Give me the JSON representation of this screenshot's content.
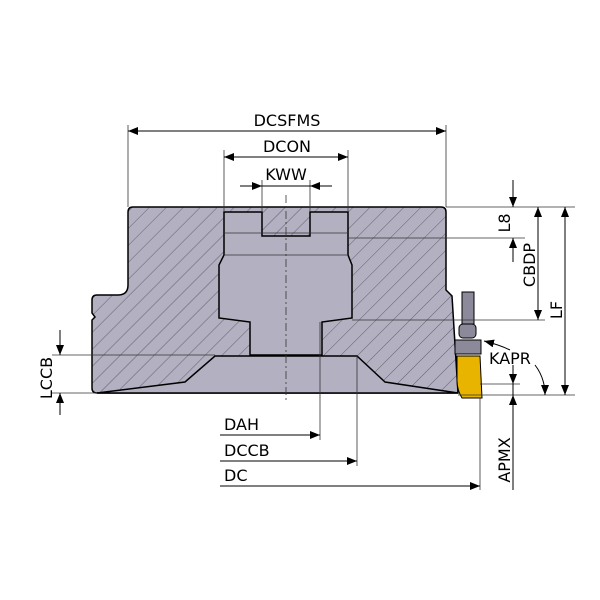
{
  "labels": {
    "dcsfms": "DCSFMS",
    "dcon": "DCON",
    "kww": "KWW",
    "l8": "L8",
    "cbdp": "CBDP",
    "lf": "LF",
    "kapr": "KAPR",
    "lccb": "LCCB",
    "apmx": "APMX",
    "dah": "DAH",
    "dccb": "DCCB",
    "dc": "DC"
  },
  "colors": {
    "body": "#b3b1c1",
    "insert": "#e8b400",
    "hatch": "#4a4a58"
  }
}
